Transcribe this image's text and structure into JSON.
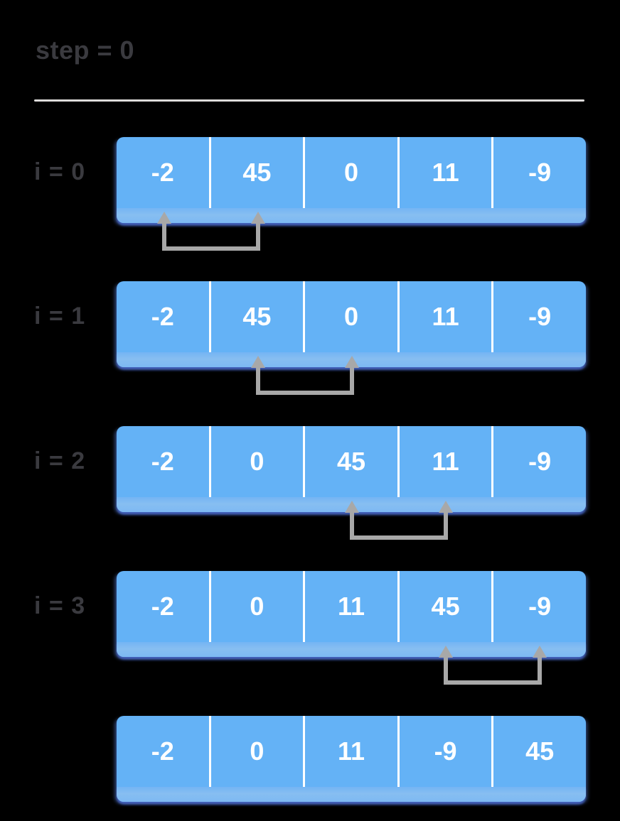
{
  "title": "step = 0",
  "colors": {
    "background": "#000000",
    "heading_text": "#3a3a3f",
    "divider": "#dedcdb",
    "box_fill": "#64b2f6",
    "box_band_fill": "#7db9f2",
    "cell_separator": "#ffffff",
    "cell_text": "#ffffff",
    "arrow": "#a8a8a8"
  },
  "rows": [
    {
      "label": "i = 0",
      "values": [
        "-2",
        "45",
        "0",
        "11",
        "-9"
      ],
      "swap_between": [
        0,
        1
      ]
    },
    {
      "label": "i = 1",
      "values": [
        "-2",
        "45",
        "0",
        "11",
        "-9"
      ],
      "swap_between": [
        1,
        2
      ]
    },
    {
      "label": "i = 2",
      "values": [
        "-2",
        "0",
        "45",
        "11",
        "-9"
      ],
      "swap_between": [
        2,
        3
      ]
    },
    {
      "label": "i = 3",
      "values": [
        "-2",
        "0",
        "11",
        "45",
        "-9"
      ],
      "swap_between": [
        3,
        4
      ]
    },
    {
      "label": null,
      "values": [
        "-2",
        "0",
        "11",
        "-9",
        "45"
      ],
      "swap_between": null
    }
  ]
}
